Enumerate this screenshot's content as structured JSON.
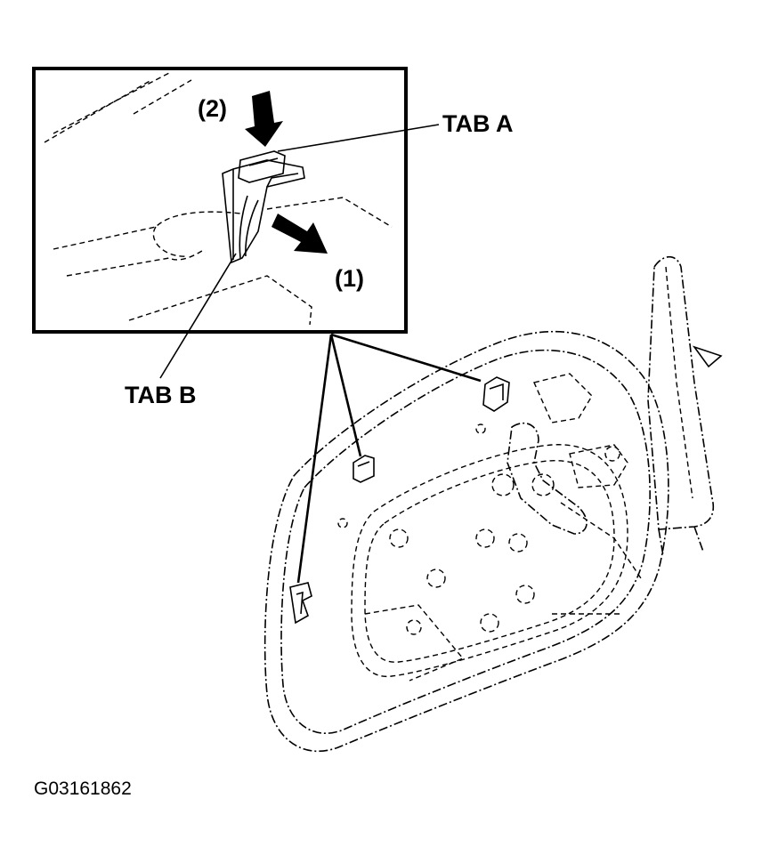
{
  "labels": {
    "step_2": "(2)",
    "step_1": "(1)",
    "tab_a": "TAB A",
    "tab_b": "TAB B",
    "figure_code": "G03161862"
  }
}
